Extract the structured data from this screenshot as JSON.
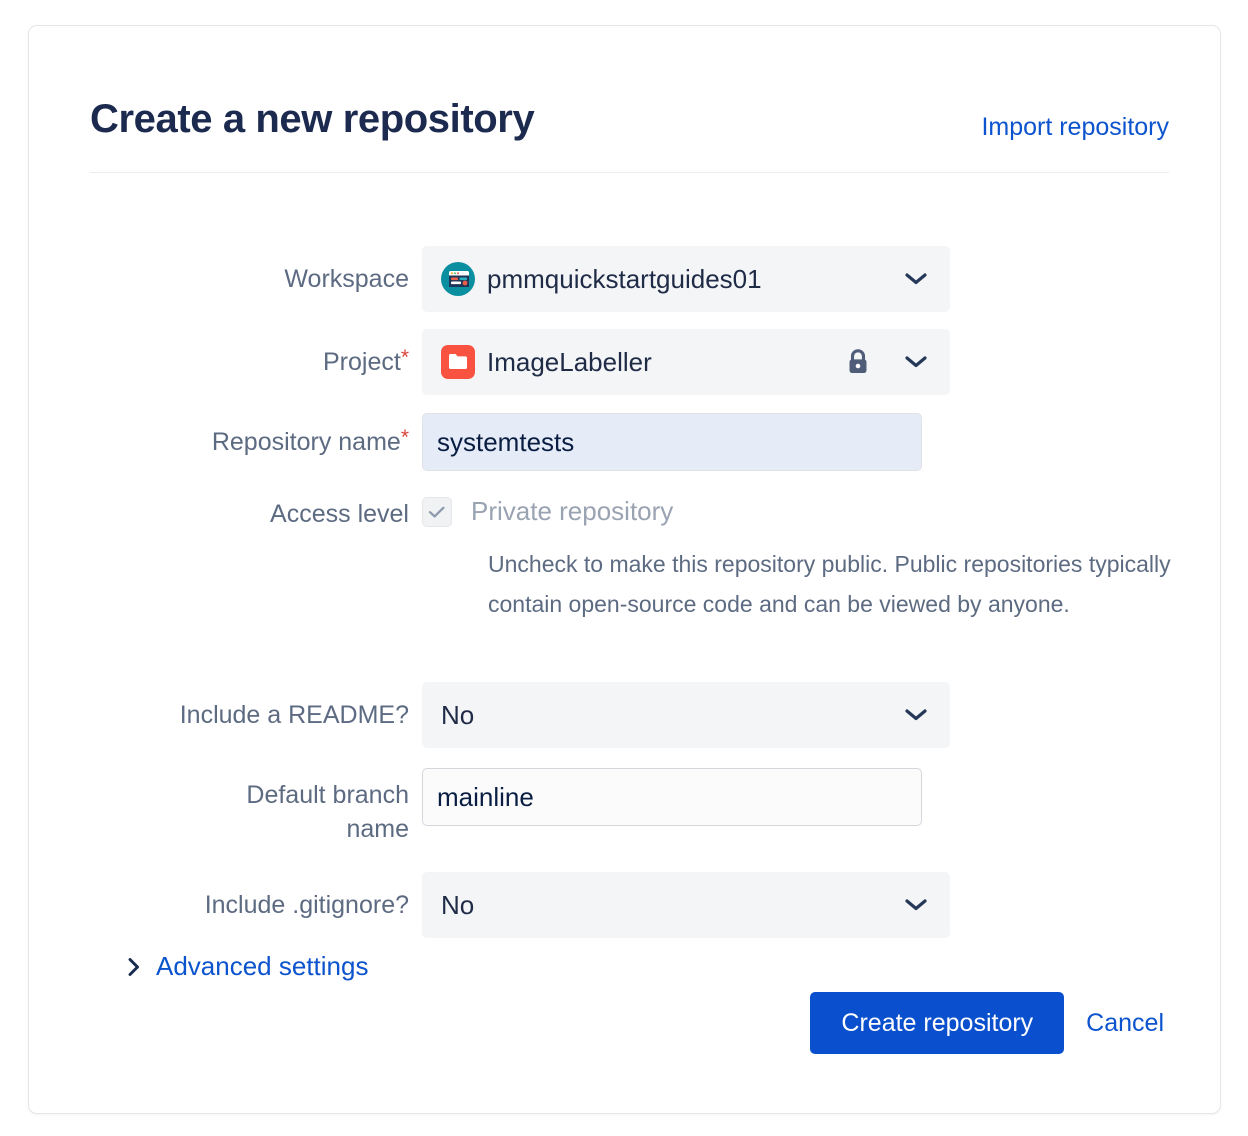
{
  "header": {
    "title": "Create a new repository",
    "import_link": "Import repository"
  },
  "form": {
    "workspace": {
      "label": "Workspace",
      "value": "pmmquickstartguides01",
      "avatar_icon": "workspace-avatar-icon",
      "chevron_icon": "chevron-down-icon"
    },
    "project": {
      "label": "Project",
      "required_marker": "*",
      "value": "ImageLabeller",
      "avatar_icon": "project-folder-icon",
      "lock_icon": "lock-icon",
      "chevron_icon": "chevron-down-icon"
    },
    "repository_name": {
      "label": "Repository name",
      "required_marker": "*",
      "value": "systemtests",
      "placeholder": ""
    },
    "access_level": {
      "label": "Access level",
      "checkbox_label": "Private repository",
      "checked": true,
      "help_text": "Uncheck to make this repository public. Public repositories typically contain open-source code and can be viewed by anyone."
    },
    "include_readme": {
      "label": "Include a README?",
      "value": "No",
      "chevron_icon": "chevron-down-icon"
    },
    "default_branch": {
      "label": "Default branch\nname",
      "value": "mainline",
      "placeholder": ""
    },
    "include_gitignore": {
      "label": "Include .gitignore?",
      "value": "No",
      "chevron_icon": "chevron-down-icon"
    },
    "advanced_settings": {
      "label": "Advanced settings",
      "chevron_icon": "chevron-right-icon",
      "expanded": false
    }
  },
  "footer": {
    "submit_label": "Create repository",
    "cancel_label": "Cancel"
  },
  "colors": {
    "link": "#0C53CE",
    "primary_button": "#0A50CE",
    "title": "#1B2A4E",
    "label": "#5D6B82",
    "required": "#D9453A",
    "field_bg": "#F4F5F7",
    "focused_field_bg": "#E6ECF7",
    "project_icon": "#FA5240",
    "workspace_icon": "#0A8FA0"
  }
}
